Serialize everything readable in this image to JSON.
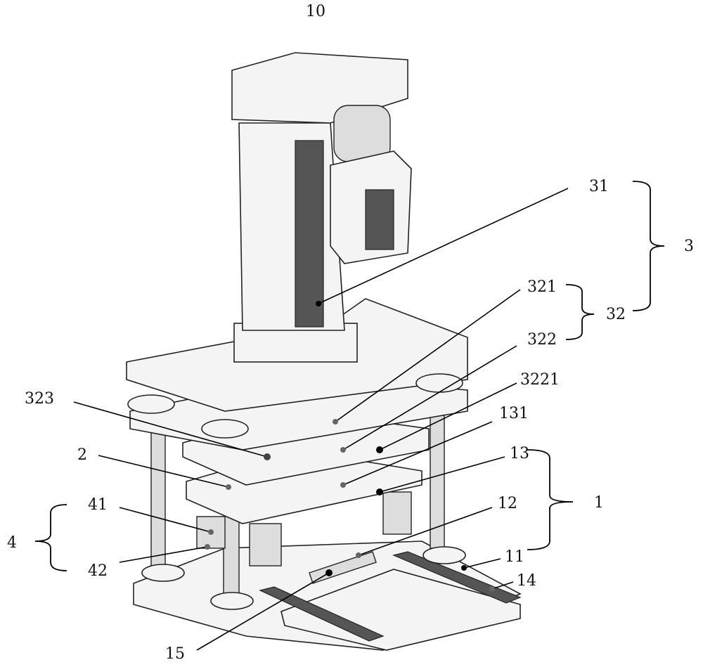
{
  "labels": {
    "l10": "10",
    "l31": "31",
    "l3": "3",
    "l321": "321",
    "l32": "32",
    "l322": "322",
    "l3221": "3221",
    "l131": "131",
    "l13": "13",
    "l1": "1",
    "l12": "12",
    "l11": "11",
    "l14": "14",
    "l15": "15",
    "l323": "323",
    "l2": "2",
    "l41": "41",
    "l4": "4",
    "l42": "42"
  }
}
